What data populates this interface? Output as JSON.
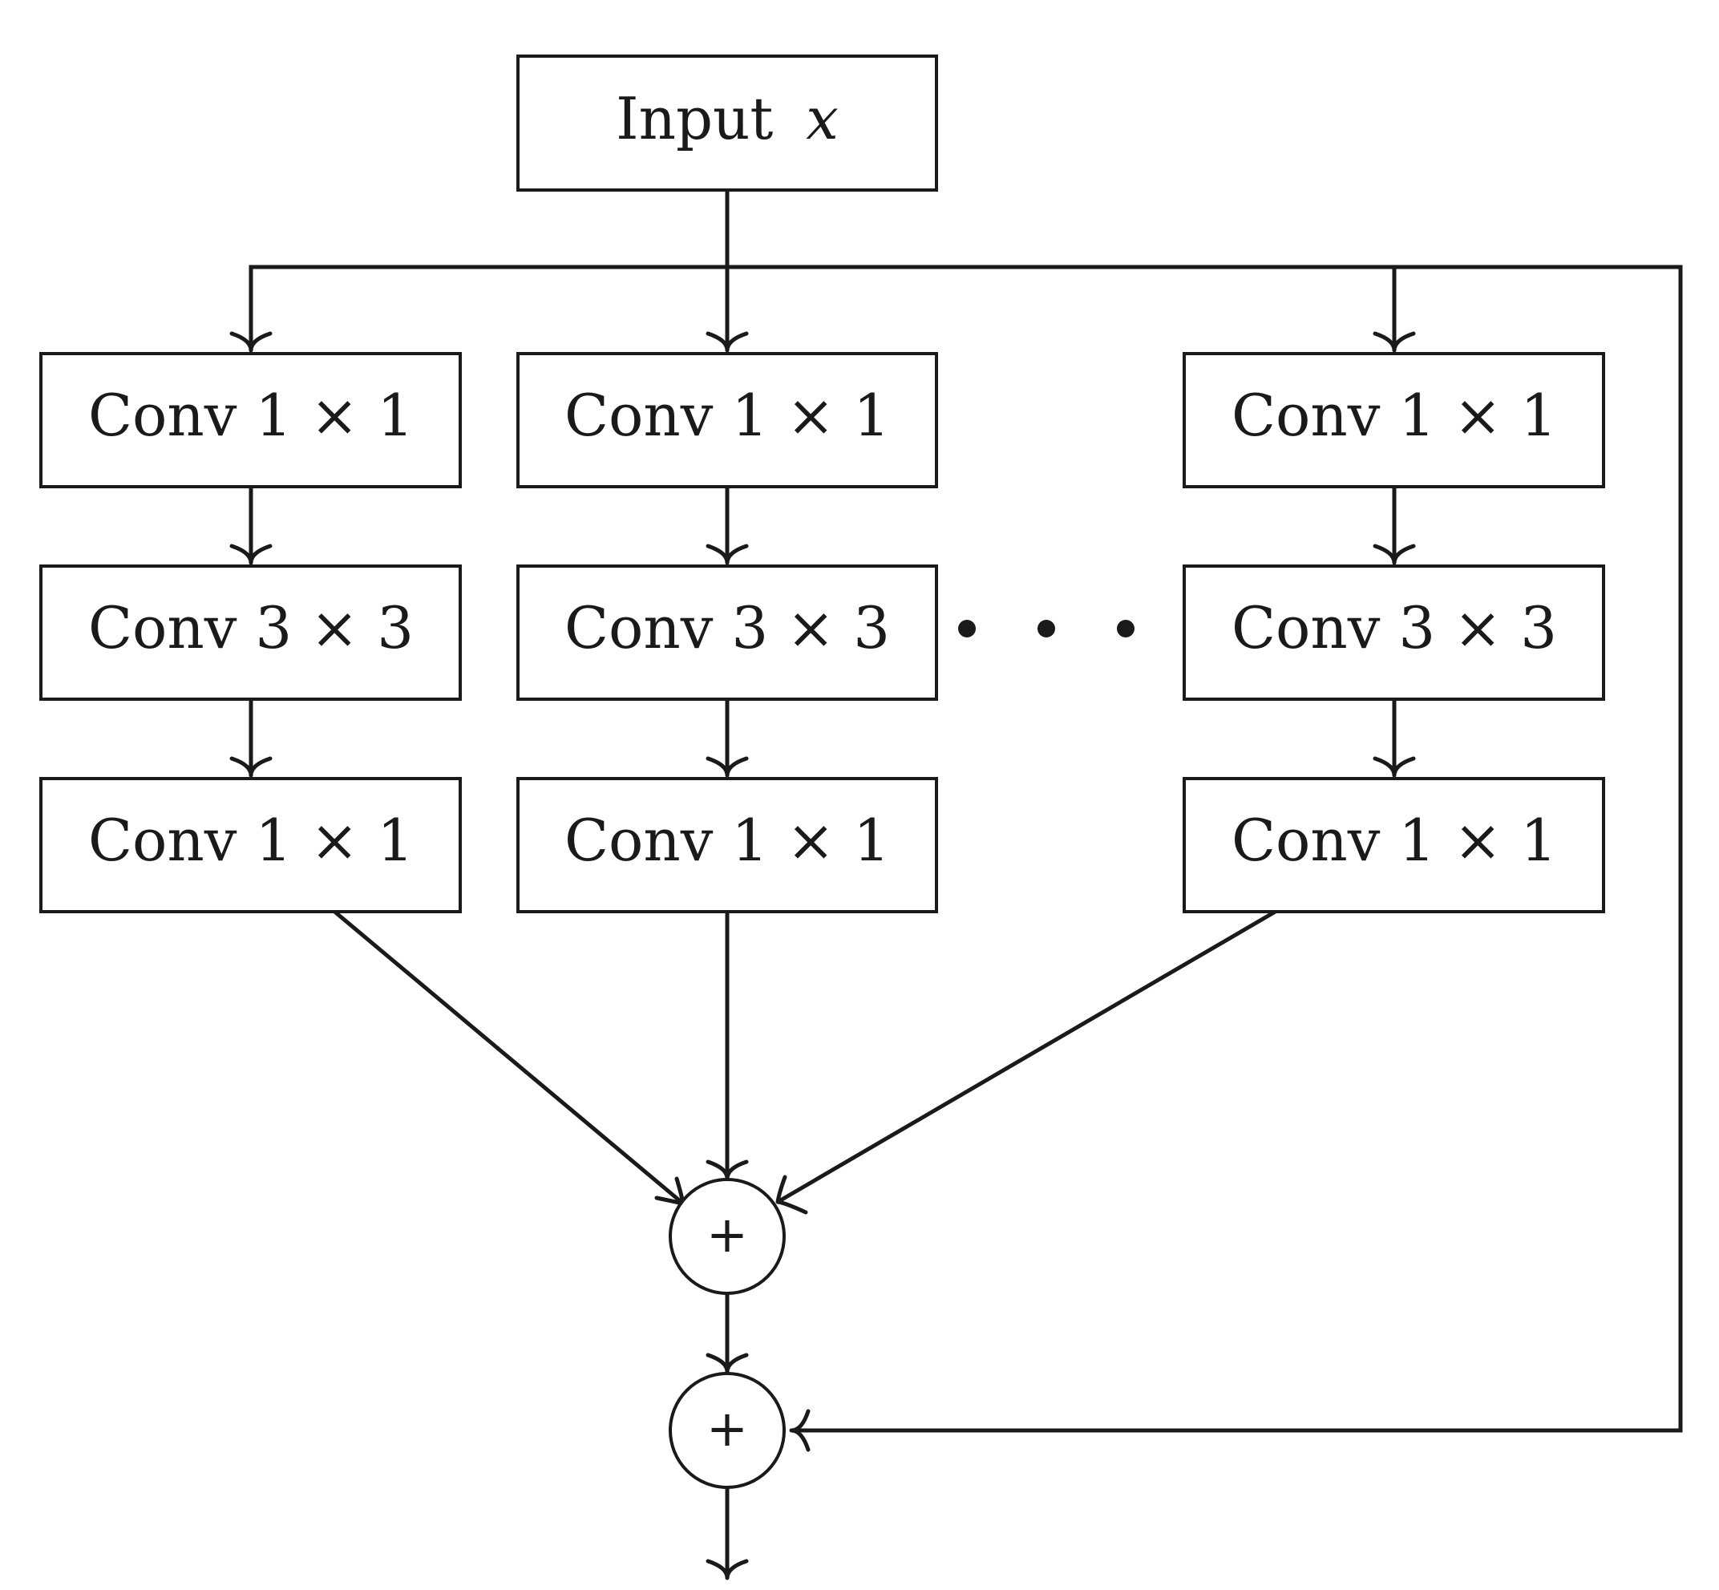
{
  "input": {
    "label": "Input",
    "variable": "x"
  },
  "branches": [
    {
      "layers": [
        "Conv 1 × 1",
        "Conv 3 × 3",
        "Conv 1 × 1"
      ]
    },
    {
      "layers": [
        "Conv 1 × 1",
        "Conv 3 × 3",
        "Conv 1 × 1"
      ]
    },
    {
      "layers": [
        "Conv 1 × 1",
        "Conv 3 × 3",
        "Conv 1 × 1"
      ]
    }
  ],
  "ellipsis_dot_count": 3,
  "aggregate_sum": {
    "symbol": "+"
  },
  "residual_sum": {
    "symbol": "+"
  }
}
